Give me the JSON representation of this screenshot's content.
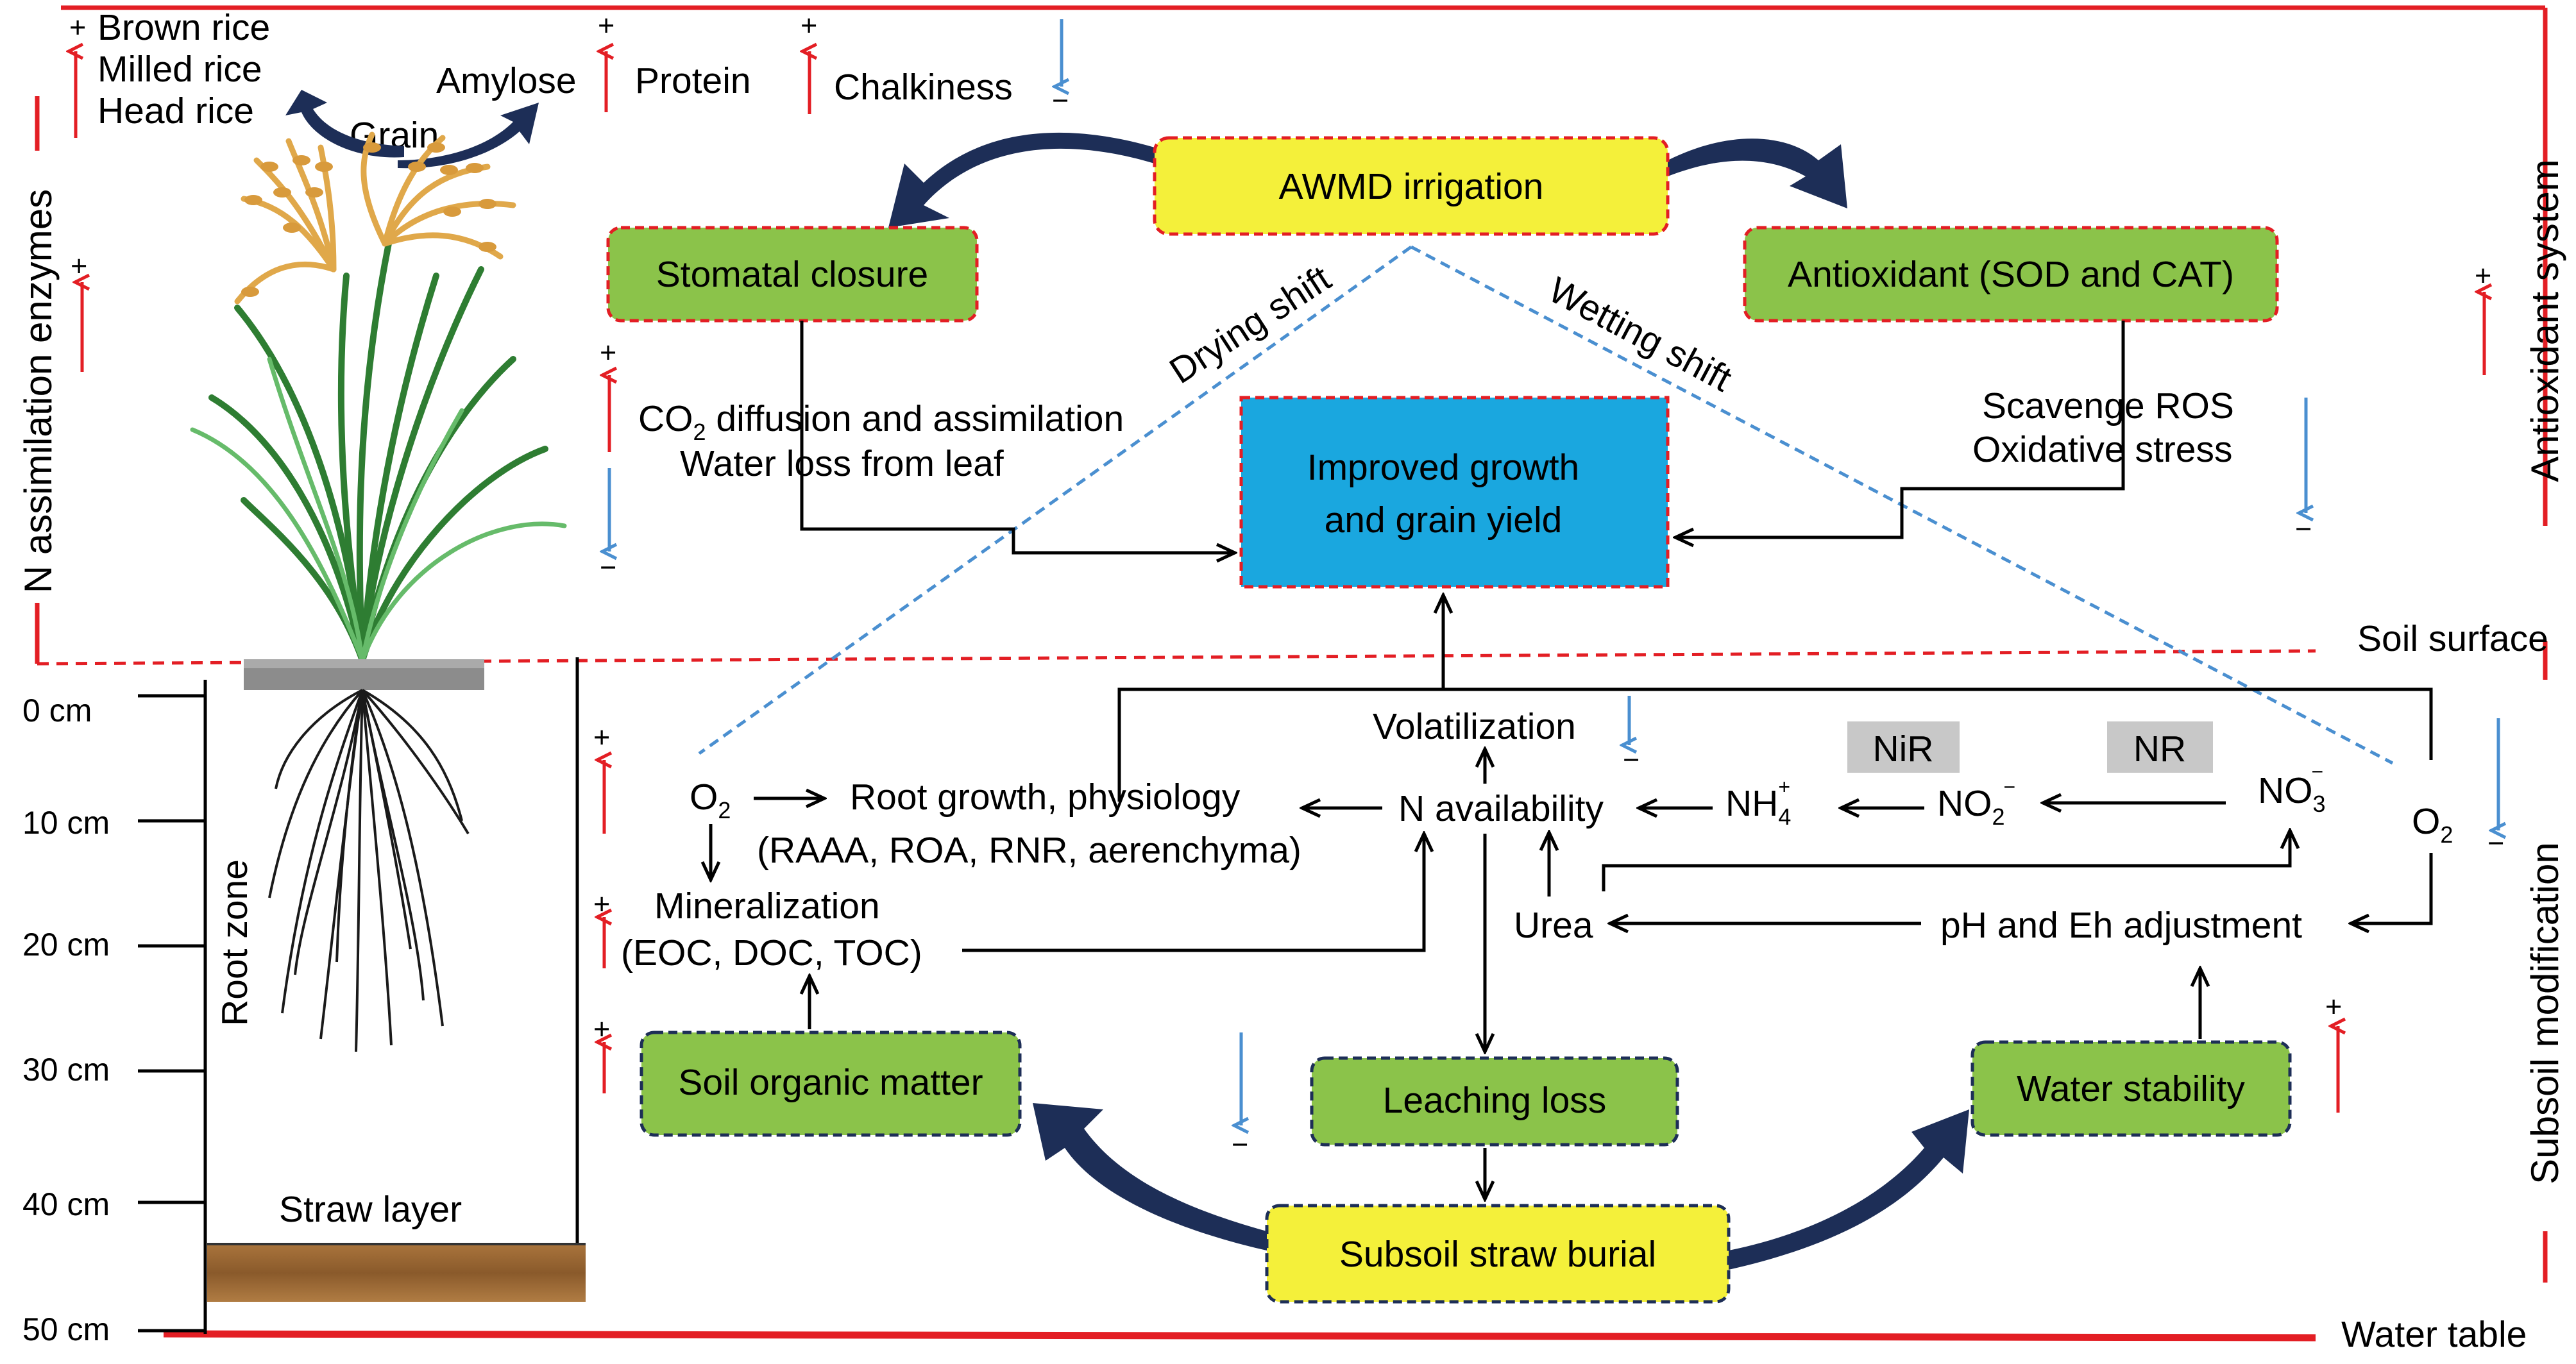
{
  "colors": {
    "yellow_box": "#f4f03a",
    "green_box": "#8bc34a",
    "blue_box": "#1aa7df",
    "red": "#e31e24",
    "blue_arrow": "#4a8fd0",
    "curved_arrow": "#1d2e57",
    "gray_tag": "#c8c8c8",
    "dashed_blue": "#4a8fd0"
  },
  "grain": {
    "items": [
      "Brown rice",
      "Milled rice",
      "Head rice"
    ],
    "items_sign": "+",
    "label": "Grain",
    "amylose": "Amylose",
    "protein": "Protein",
    "protein_sign": "+",
    "chalkiness": "Chalkiness",
    "chalkiness_sign": "+",
    "chalkiness_down_sign": "−"
  },
  "boxes": {
    "awmd": "AWMD irrigation",
    "stomatal": "Stomatal closure",
    "antioxidant": "Antioxidant (SOD and CAT)",
    "improved_line1": "Improved  growth",
    "improved_line2": "and grain yield",
    "soil_om": "Soil organic matter",
    "leaching": "Leaching loss",
    "water_stability": "Water stability",
    "straw_burial": "Subsoil straw burial"
  },
  "labels": {
    "drying_shift": "Drying shift",
    "wetting_shift": "Wetting shift",
    "co2_prefix": "CO",
    "co2_sub": "2",
    "co2_rest": " diffusion and assimilation",
    "water_loss": "Water loss from leaf",
    "scavenge": "Scavenge ROS",
    "oxidative": "Oxidative stress",
    "soil_surface": "Soil surface",
    "water_table": "Water table",
    "volatilization": "Volatilization",
    "nir": "NiR",
    "nr": "NR",
    "o2_left": "O",
    "o2_sub": "2",
    "o2_right": "O",
    "root_growth": "Root growth, physiology",
    "root_growth_sub": "(RAAA, ROA, RNR, aerenchyma)",
    "n_availability": "N availability",
    "nh4": "NH",
    "nh4_sub": "4",
    "nh4_sup": "+",
    "no2": "NO",
    "no2_sub": "2",
    "no2_sup": "−",
    "no3": "NO",
    "no3_sub": "3",
    "no3_sup": "−",
    "mineralization": "Mineralization",
    "mineralization_sub": "(EOC, DOC, TOC)",
    "urea": "Urea",
    "ph_eh": "pH and Eh adjustment",
    "straw_layer": "Straw layer",
    "root_zone": "Root  zone"
  },
  "side_labels": {
    "left": "N assimilation enzymes",
    "right_top": "Antioxidant system",
    "right_bottom": "Subsoil modification"
  },
  "signs": {
    "plus": "+",
    "minus": "−"
  },
  "depths": [
    "0 cm",
    "10 cm",
    "20 cm",
    "30 cm",
    "40 cm",
    "50 cm"
  ]
}
